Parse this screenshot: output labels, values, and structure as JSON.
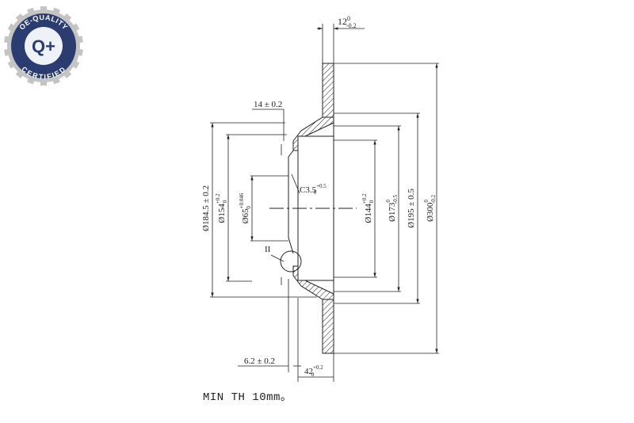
{
  "badge": {
    "top_text": "OE-QUALITY",
    "center_text": "Q+",
    "bottom_text": "CERTIFIED",
    "color_dark": "#2a3c70",
    "color_ring": "#b0b0b0"
  },
  "dimensions": {
    "top_thickness": {
      "base": "12",
      "sup": "0",
      "sub": "-0.2"
    },
    "hat_depth": "14 ± 0.2",
    "chamfer": {
      "base": "C3.5",
      "sub": "0",
      "sup": "+0.5"
    },
    "detail_mark": "II",
    "hub_thickness": "6.2 ± 0.2",
    "total_height": {
      "base": "42",
      "sub": "0",
      "sup": "+0.2"
    },
    "dia_184_5": "Ø184.5 ± 0.2",
    "dia_154": {
      "base": "Ø154",
      "sub": "0",
      "sup": "+0.2"
    },
    "dia_65": {
      "base": "Ø65",
      "sub": "0",
      "sup": "+0.046"
    },
    "dia_144": {
      "base": "Ø144",
      "sub": "0",
      "sup": "+0.2"
    },
    "dia_173": {
      "base": "Ø173",
      "sup": "0",
      "sub": "-0.5"
    },
    "dia_195": "Ø195 ± 0.5",
    "dia_300": {
      "base": "Ø300",
      "sup": "0",
      "sub": "-0.2"
    }
  },
  "note": "MIN TH 10mm。"
}
